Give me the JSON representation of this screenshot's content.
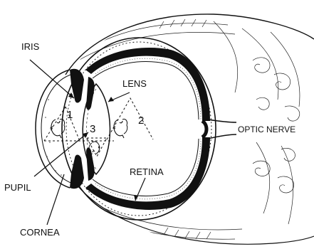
{
  "labels": {
    "iris": "IRIS",
    "lens": "LENS",
    "pupil": "PUPIL",
    "retina": "RETINA",
    "cornea": "CORNEA",
    "optic_nerve": "OPTIC NERVE"
  },
  "image_markers": {
    "m1": "1",
    "m2": "2",
    "m3": "3"
  }
}
